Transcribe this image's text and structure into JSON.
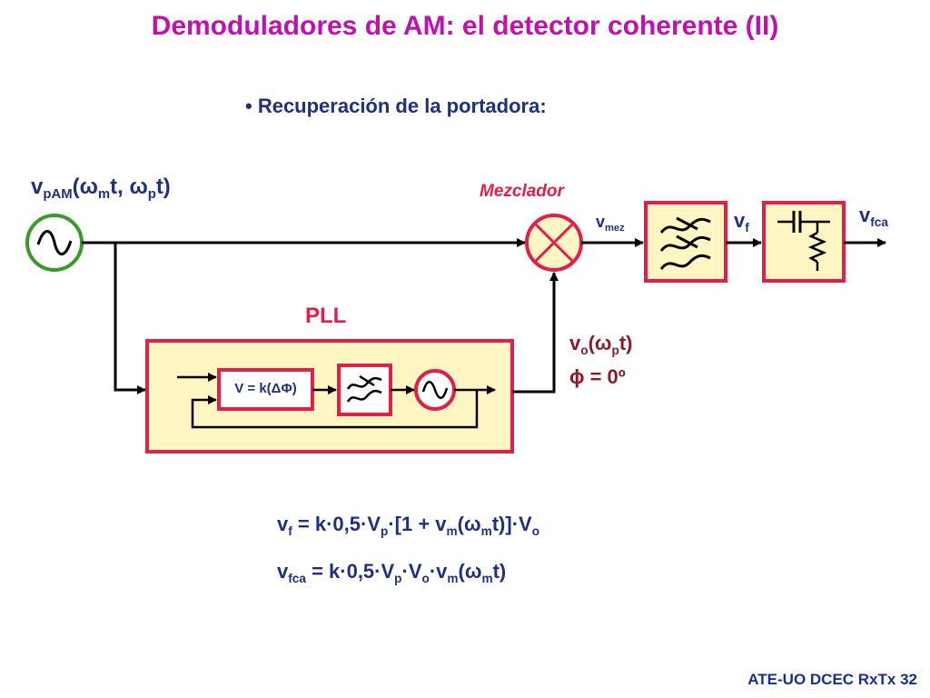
{
  "title": "Demoduladores de AM: el detector coherente (II)",
  "bullet": "• Recuperación de la portadora:",
  "labels": {
    "input_signal": {
      "v": "v",
      "sub1": "pAM",
      "open": "(",
      "w1": "ω",
      "sub2": "m",
      "mid": "t, ",
      "w2": "ω",
      "sub3": "p",
      "close": "t)"
    },
    "mixer": "Mezclador",
    "vmez": {
      "v": "v",
      "sub": "mez"
    },
    "vf": {
      "v": "v",
      "sub": "f"
    },
    "vfca": {
      "v": "v",
      "sub": "fca"
    },
    "pll": "PLL",
    "vo": {
      "v": "v",
      "sub": "o",
      "open": "(",
      "w": "ω",
      "sub2": "p",
      "close": "t)"
    },
    "phase": "ϕ = 0º",
    "phase_detector": "V = k(ΔΦ)"
  },
  "equations": {
    "eq1": [
      "v",
      "f",
      " = k·0,5·V",
      "p",
      "·[1 + v",
      "m",
      "(ω",
      "m",
      "t)]·V",
      "o"
    ],
    "eq2": [
      "v",
      "fca",
      " = k·0,5·V",
      "p",
      "·V",
      "o",
      "·v",
      "m",
      "(ω",
      "m",
      "t)"
    ]
  },
  "footer": "ATE-UO DCEC RxTx 32",
  "colors": {
    "title": "#c010b0",
    "text": "#203080",
    "accent_red": "#e0204a",
    "maroon": "#8b1a2b",
    "block_fill": "#fff6c4",
    "source_green": "#3a9a2a",
    "line": "#000000"
  }
}
